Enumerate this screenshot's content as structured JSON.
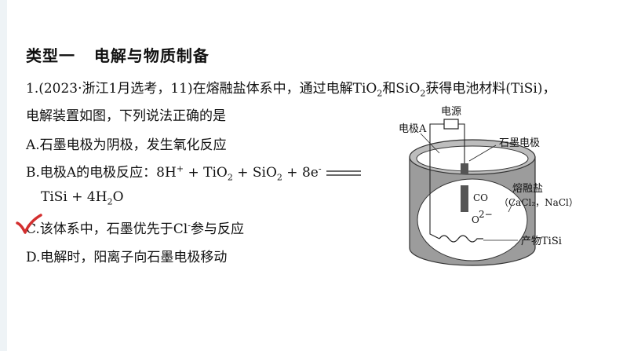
{
  "section_title": "类型一   电解与物质制备",
  "question": {
    "stem_line1_a": "1.(2023·浙江1月选考，11)在熔融盐体系中，通过电解TiO",
    "stem_sub1": "2",
    "stem_line1_b": "和SiO",
    "stem_sub2": "2",
    "stem_line1_c": "获得电池材料(TiSi)，",
    "stem_line2": "电解装置如图，下列说法正确的是",
    "option_a": "A.石墨电极为阴极，发生氧化反应",
    "option_b_prefix": "B.电极A的电极反应：8H",
    "option_b_sup1": "+",
    "option_b_mid1": " + TiO",
    "option_b_sub1": "2",
    "option_b_mid2": " + SiO",
    "option_b_sub2": "2",
    "option_b_mid3": " + 8e",
    "option_b_sup2": "-",
    "option_b_line2_a": "TiSi + 4H",
    "option_b_line2_sub": "2",
    "option_b_line2_b": "O",
    "option_c_a": "C.该体系中，石墨优先于Cl",
    "option_c_sup": "-",
    "option_c_b": "参与反应",
    "option_d": "D.电解时，阳离子向石墨电极移动"
  },
  "diagram": {
    "label_power": "电源",
    "label_electrode_a": "电极A",
    "label_graphite": "石墨电极",
    "label_co": "CO",
    "label_o2": "O",
    "label_o2_sup": "2−",
    "label_molten_salt": "熔融盐",
    "label_salts": "（CaCl₂，NaCl）",
    "label_product": "产物TiSi"
  },
  "colors": {
    "checkmark": "#d32f2f",
    "cylinder_gray": "#9a9a9a",
    "graphite": "#555555"
  }
}
